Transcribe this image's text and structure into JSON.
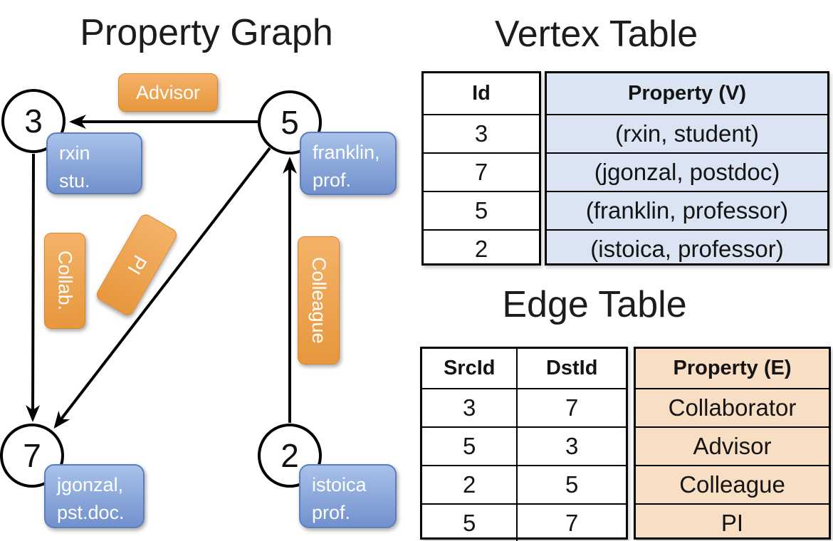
{
  "colors": {
    "edge_label_orange": "#ED9D45",
    "vertex_property_blue": "#7D9BD4",
    "vertex_table_bg": "#DBE4F2",
    "edge_table_bg": "#F8DEC2"
  },
  "graph": {
    "title": "Property Graph",
    "nodes": [
      {
        "id": "3",
        "property_line1": "rxin",
        "property_line2": "stu."
      },
      {
        "id": "5",
        "property_line1": "franklin,",
        "property_line2": "prof."
      },
      {
        "id": "7",
        "property_line1": "jgonzal,",
        "property_line2": "pst.doc."
      },
      {
        "id": "2",
        "property_line1": "istoica",
        "property_line2": "prof."
      }
    ],
    "edge_labels": {
      "advisor": "Advisor",
      "collab": "Collab.",
      "pi": "PI",
      "colleague": "Colleague"
    }
  },
  "vertex_table": {
    "title": "Vertex Table",
    "headers": {
      "id": "Id",
      "property": "Property (V)"
    },
    "rows": [
      {
        "id": "3",
        "property": "(rxin, student)"
      },
      {
        "id": "7",
        "property": "(jgonzal, postdoc)"
      },
      {
        "id": "5",
        "property": "(franklin, professor)"
      },
      {
        "id": "2",
        "property": "(istoica, professor)"
      }
    ]
  },
  "edge_table": {
    "title": "Edge Table",
    "headers": {
      "src": "SrcId",
      "dst": "DstId",
      "property": "Property (E)"
    },
    "rows": [
      {
        "src": "3",
        "dst": "7",
        "property": "Collaborator"
      },
      {
        "src": "5",
        "dst": "3",
        "property": "Advisor"
      },
      {
        "src": "2",
        "dst": "5",
        "property": "Colleague"
      },
      {
        "src": "5",
        "dst": "7",
        "property": "PI"
      }
    ]
  }
}
